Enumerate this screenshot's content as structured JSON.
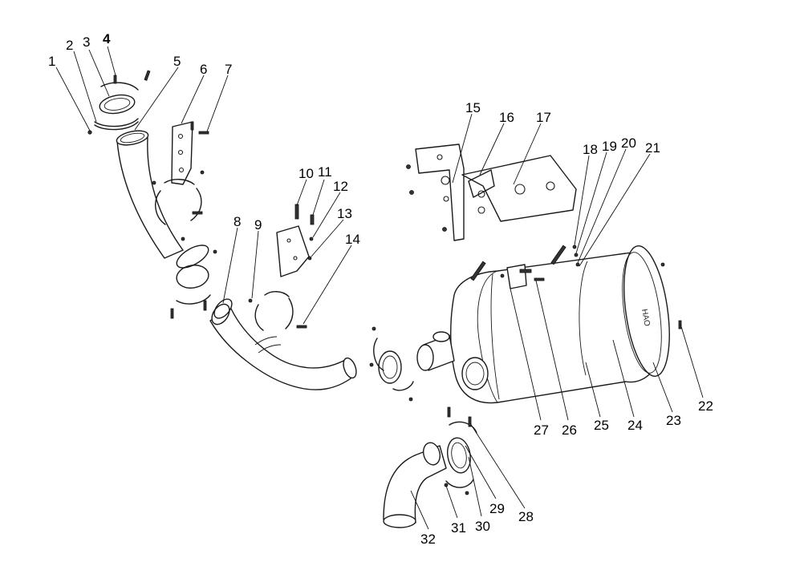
{
  "callouts": [
    {
      "id": "c1",
      "label": "1"
    },
    {
      "id": "c2",
      "label": "2"
    },
    {
      "id": "c3",
      "label": "3"
    },
    {
      "id": "c4",
      "label": "4"
    },
    {
      "id": "c5",
      "label": "5"
    },
    {
      "id": "c6",
      "label": "6"
    },
    {
      "id": "c7",
      "label": "7"
    },
    {
      "id": "c8",
      "label": "8"
    },
    {
      "id": "c9",
      "label": "9"
    },
    {
      "id": "c10",
      "label": "10"
    },
    {
      "id": "c11",
      "label": "11"
    },
    {
      "id": "c12",
      "label": "12"
    },
    {
      "id": "c13",
      "label": "13"
    },
    {
      "id": "c14",
      "label": "14"
    },
    {
      "id": "c15",
      "label": "15"
    },
    {
      "id": "c16",
      "label": "16"
    },
    {
      "id": "c17",
      "label": "17"
    },
    {
      "id": "c18",
      "label": "18"
    },
    {
      "id": "c19",
      "label": "19"
    },
    {
      "id": "c20",
      "label": "20"
    },
    {
      "id": "c21",
      "label": "21"
    },
    {
      "id": "c22",
      "label": "22"
    },
    {
      "id": "c23",
      "label": "23"
    },
    {
      "id": "c24",
      "label": "24"
    },
    {
      "id": "c25",
      "label": "25"
    },
    {
      "id": "c26",
      "label": "26"
    },
    {
      "id": "c27",
      "label": "27"
    },
    {
      "id": "c28",
      "label": "28"
    },
    {
      "id": "c29",
      "label": "29"
    },
    {
      "id": "c30",
      "label": "30"
    },
    {
      "id": "c31",
      "label": "31"
    },
    {
      "id": "c32",
      "label": "32"
    }
  ],
  "muffler_brand": "HAO"
}
